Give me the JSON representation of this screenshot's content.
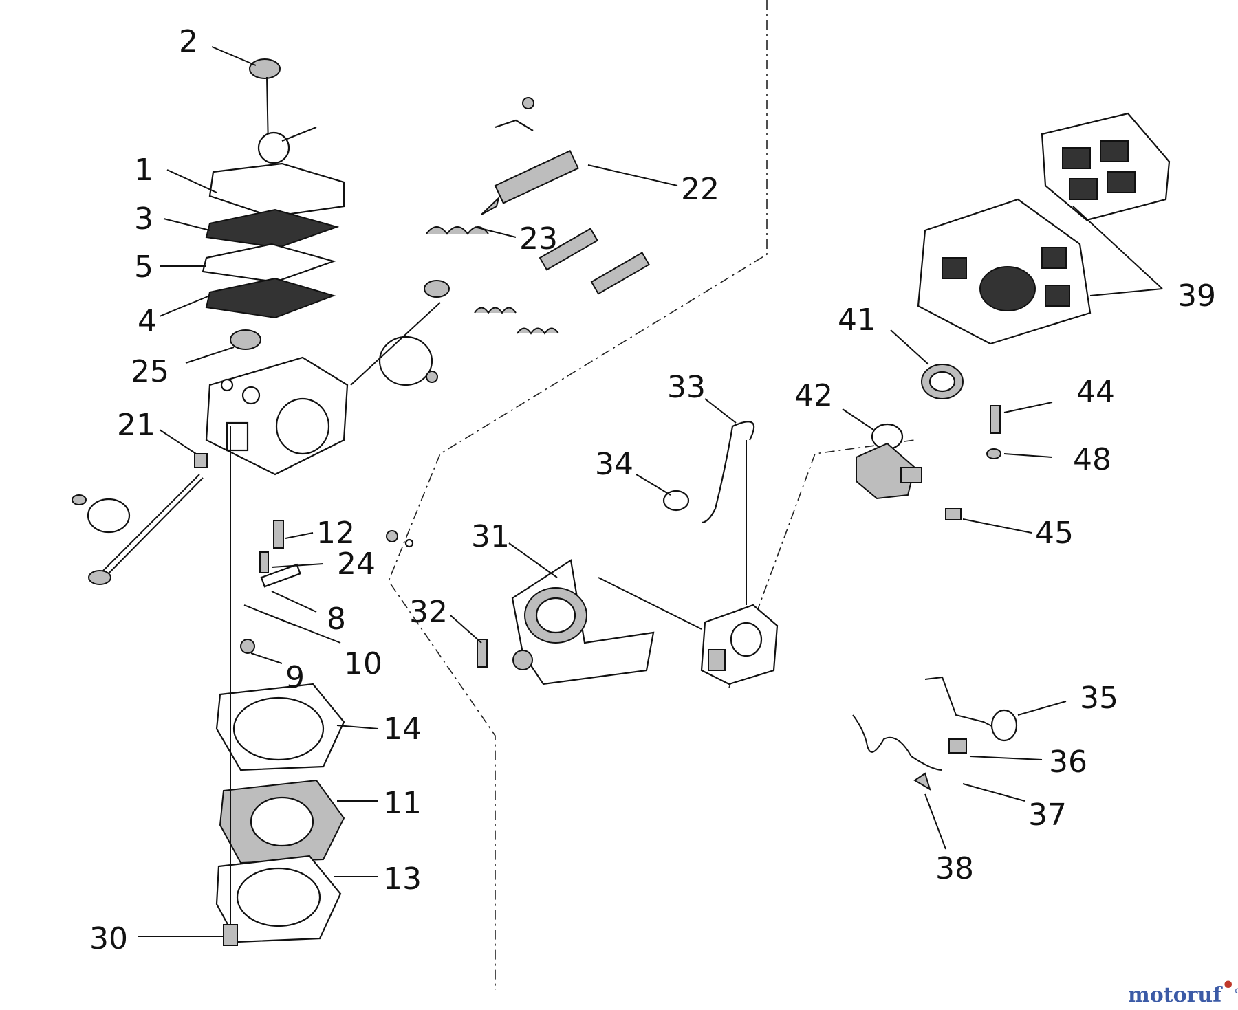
{
  "diagram": {
    "callouts": [
      {
        "id": "c2",
        "text": "2"
      },
      {
        "id": "c1",
        "text": "1"
      },
      {
        "id": "c3",
        "text": "3"
      },
      {
        "id": "c5",
        "text": "5"
      },
      {
        "id": "c4",
        "text": "4"
      },
      {
        "id": "c25",
        "text": "25"
      },
      {
        "id": "c21",
        "text": "21"
      },
      {
        "id": "c22",
        "text": "22"
      },
      {
        "id": "c23",
        "text": "23"
      },
      {
        "id": "c12",
        "text": "12"
      },
      {
        "id": "c24",
        "text": "24"
      },
      {
        "id": "c8",
        "text": "8"
      },
      {
        "id": "c10",
        "text": "10"
      },
      {
        "id": "c9",
        "text": "9"
      },
      {
        "id": "c14",
        "text": "14"
      },
      {
        "id": "c11",
        "text": "11"
      },
      {
        "id": "c13",
        "text": "13"
      },
      {
        "id": "c30",
        "text": "30"
      },
      {
        "id": "c31",
        "text": "31"
      },
      {
        "id": "c32",
        "text": "32"
      },
      {
        "id": "c33",
        "text": "33"
      },
      {
        "id": "c34",
        "text": "34"
      },
      {
        "id": "c39",
        "text": "39"
      },
      {
        "id": "c41",
        "text": "41"
      },
      {
        "id": "c42",
        "text": "42"
      },
      {
        "id": "c44",
        "text": "44"
      },
      {
        "id": "c48",
        "text": "48"
      },
      {
        "id": "c45",
        "text": "45"
      },
      {
        "id": "c35",
        "text": "35"
      },
      {
        "id": "c36",
        "text": "36"
      },
      {
        "id": "c37",
        "text": "37"
      },
      {
        "id": "c38",
        "text": "38"
      }
    ]
  },
  "watermark": {
    "brand_main": "motoruf",
    "brand_mark": "•",
    "brand_suffix": "de",
    "color_main": "#3b5aa6",
    "color_mark": "#c0392b"
  }
}
